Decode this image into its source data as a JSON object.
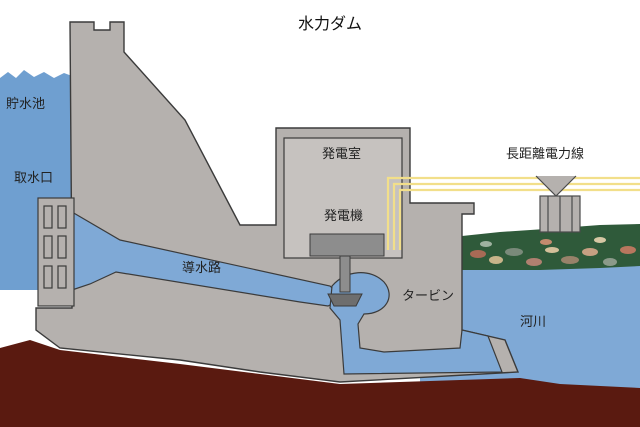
{
  "title": "水力ダム",
  "labels": {
    "reservoir": "貯水池",
    "intake": "取水口",
    "penstock": "導水路",
    "powerhouse": "発電室",
    "generator": "発電機",
    "turbine": "タービン",
    "river": "河川",
    "power_lines": "長距離電力線"
  },
  "colors": {
    "water": "#6f9fd0",
    "concrete": "#b5b1ae",
    "concrete_edge": "#3b3b3b",
    "ground": "#5a1a10",
    "grass": "#2f5a3a",
    "power_line": "#f2df8a",
    "generator": "#8d8d8d"
  }
}
